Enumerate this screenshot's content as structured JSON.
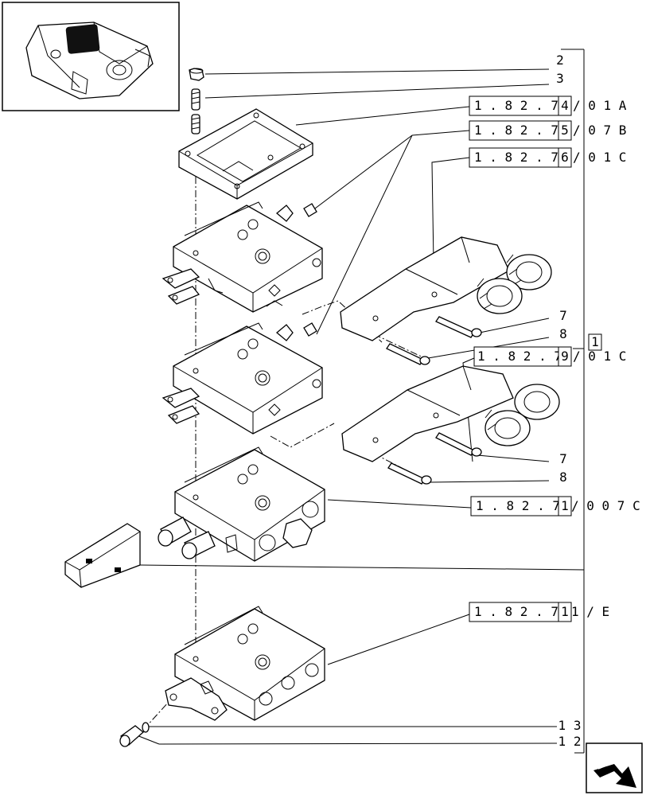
{
  "callouts": {
    "c2": "2",
    "c3": "3",
    "c7a": "7",
    "c8a": "8",
    "c7b": "7",
    "c8b": "8",
    "c13": "1 3",
    "c12": "1 2",
    "box1": "1"
  },
  "refs": [
    {
      "main": "1 . 8 2 . 7",
      "box": "4",
      "suffix": "/ 0 1 A"
    },
    {
      "main": "1 . 8 2 . 7",
      "box": "5",
      "suffix": "/ 0 7 B"
    },
    {
      "main": "1 . 8 2 . 7",
      "box": "6",
      "suffix": "/ 0 1 C"
    },
    {
      "main": "1 . 8 2 . 7",
      "box": "9",
      "suffix": "/ 0 1 C"
    },
    {
      "main": "1 . 8 2 . 7",
      "box": "1",
      "suffix": "/ 0 0 7 C"
    },
    {
      "main": "1 . 8 2 . 7",
      "box": "1",
      "suffix": "1 / E"
    }
  ],
  "icons": {
    "thumbnail": "tractor-hydraulic-valve-thumbnail",
    "nav": "next-page-arrow-icon"
  }
}
